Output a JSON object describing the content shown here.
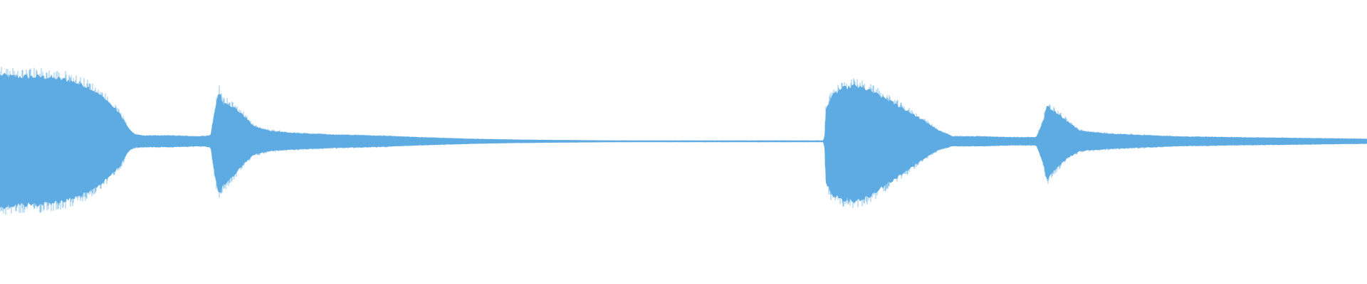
{
  "waveform": {
    "color": "#5dabe2",
    "background": "#ffffff",
    "envelope_upper": [
      [
        0.0,
        0.81
      ],
      [
        0.01,
        0.79
      ],
      [
        0.03,
        0.79
      ],
      [
        0.05,
        0.75
      ],
      [
        0.065,
        0.66
      ],
      [
        0.077,
        0.52
      ],
      [
        0.088,
        0.33
      ],
      [
        0.094,
        0.16
      ],
      [
        0.098,
        0.09
      ],
      [
        0.104,
        0.07
      ],
      [
        0.125,
        0.07
      ],
      [
        0.145,
        0.06
      ],
      [
        0.154,
        0.07
      ],
      [
        0.157,
        0.37
      ],
      [
        0.16,
        0.62
      ],
      [
        0.163,
        0.47
      ],
      [
        0.167,
        0.46
      ],
      [
        0.172,
        0.4
      ],
      [
        0.178,
        0.32
      ],
      [
        0.186,
        0.18
      ],
      [
        0.197,
        0.13
      ],
      [
        0.215,
        0.1
      ],
      [
        0.245,
        0.08
      ],
      [
        0.275,
        0.07
      ],
      [
        0.305,
        0.05
      ],
      [
        0.345,
        0.03
      ],
      [
        0.38,
        0.02
      ],
      [
        0.45,
        0.01
      ],
      [
        0.55,
        0.01
      ],
      [
        0.6,
        0.01
      ],
      [
        0.603,
        0.01
      ],
      [
        0.604,
        0.38
      ],
      [
        0.608,
        0.54
      ],
      [
        0.615,
        0.64
      ],
      [
        0.625,
        0.68
      ],
      [
        0.635,
        0.63
      ],
      [
        0.648,
        0.52
      ],
      [
        0.662,
        0.39
      ],
      [
        0.675,
        0.26
      ],
      [
        0.687,
        0.13
      ],
      [
        0.697,
        0.06
      ],
      [
        0.715,
        0.06
      ],
      [
        0.74,
        0.05
      ],
      [
        0.758,
        0.05
      ],
      [
        0.763,
        0.24
      ],
      [
        0.766,
        0.44
      ],
      [
        0.77,
        0.38
      ],
      [
        0.775,
        0.33
      ],
      [
        0.781,
        0.24
      ],
      [
        0.79,
        0.13
      ],
      [
        0.805,
        0.1
      ],
      [
        0.83,
        0.08
      ],
      [
        0.86,
        0.06
      ],
      [
        0.9,
        0.05
      ],
      [
        0.95,
        0.04
      ],
      [
        1.0,
        0.03
      ]
    ],
    "envelope_lower": [
      [
        0.0,
        0.81
      ],
      [
        0.01,
        0.78
      ],
      [
        0.03,
        0.77
      ],
      [
        0.05,
        0.72
      ],
      [
        0.065,
        0.63
      ],
      [
        0.077,
        0.48
      ],
      [
        0.088,
        0.3
      ],
      [
        0.094,
        0.12
      ],
      [
        0.098,
        0.08
      ],
      [
        0.104,
        0.07
      ],
      [
        0.125,
        0.07
      ],
      [
        0.145,
        0.06
      ],
      [
        0.154,
        0.07
      ],
      [
        0.157,
        0.4
      ],
      [
        0.16,
        0.66
      ],
      [
        0.163,
        0.55
      ],
      [
        0.167,
        0.5
      ],
      [
        0.172,
        0.4
      ],
      [
        0.178,
        0.28
      ],
      [
        0.186,
        0.16
      ],
      [
        0.197,
        0.12
      ],
      [
        0.215,
        0.1
      ],
      [
        0.245,
        0.08
      ],
      [
        0.275,
        0.07
      ],
      [
        0.305,
        0.05
      ],
      [
        0.345,
        0.03
      ],
      [
        0.38,
        0.02
      ],
      [
        0.45,
        0.01
      ],
      [
        0.55,
        0.01
      ],
      [
        0.6,
        0.01
      ],
      [
        0.603,
        0.01
      ],
      [
        0.604,
        0.5
      ],
      [
        0.608,
        0.64
      ],
      [
        0.615,
        0.7
      ],
      [
        0.625,
        0.73
      ],
      [
        0.635,
        0.68
      ],
      [
        0.648,
        0.53
      ],
      [
        0.662,
        0.38
      ],
      [
        0.675,
        0.22
      ],
      [
        0.687,
        0.1
      ],
      [
        0.697,
        0.06
      ],
      [
        0.715,
        0.06
      ],
      [
        0.74,
        0.05
      ],
      [
        0.758,
        0.05
      ],
      [
        0.763,
        0.26
      ],
      [
        0.766,
        0.47
      ],
      [
        0.77,
        0.38
      ],
      [
        0.775,
        0.3
      ],
      [
        0.781,
        0.2
      ],
      [
        0.79,
        0.12
      ],
      [
        0.805,
        0.1
      ],
      [
        0.83,
        0.08
      ],
      [
        0.86,
        0.06
      ],
      [
        0.9,
        0.05
      ],
      [
        0.95,
        0.04
      ],
      [
        1.0,
        0.03
      ]
    ]
  }
}
